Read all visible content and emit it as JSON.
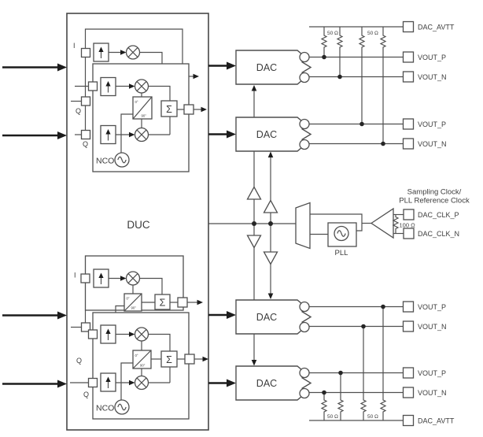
{
  "diagram": {
    "duc": {
      "label": "DUC",
      "i_label": "I",
      "q_label": "Q",
      "nco_label": "NCO",
      "sigma_label": "Σ",
      "phase_0": "0°",
      "phase_90": "90°"
    },
    "dac": {
      "label": "DAC"
    },
    "pll": {
      "label": "PLL"
    },
    "clock_input": {
      "title_line1": "Sampling Clock/",
      "title_line2": "PLL Reference Clock",
      "clk_p_label": "DAC_CLK_P",
      "clk_n_label": "DAC_CLK_N",
      "termination_resistor": "100 Ω"
    },
    "output_network": {
      "avtt_label": "DAC_AVTT",
      "vout_p_label": "VOUT_P",
      "vout_n_label": "VOUT_N",
      "load_resistor": "50 Ω"
    },
    "colors": {
      "line": "#4f4f4f",
      "bold_arrow": "#1c1c1c",
      "text": "#3c3c3c"
    }
  }
}
